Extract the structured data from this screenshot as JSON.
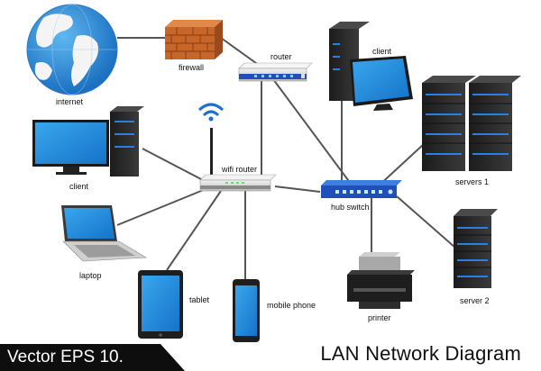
{
  "labels": {
    "internet": "internet",
    "firewall": "firewall",
    "router": "router",
    "client_top": "client",
    "client_left": "client",
    "wifi_router": "wifi router",
    "servers1": "servers 1",
    "hub_switch": "hub switch",
    "laptop": "laptop",
    "tablet": "tablet",
    "mobile_phone": "mobile phone",
    "printer": "printer",
    "server2": "server 2"
  },
  "footer": {
    "badge": "Vector EPS 10.",
    "title": "LAN Network Diagram"
  },
  "colors": {
    "screen_blue": "#1a8fe0",
    "accent_blue": "#2b7fe0",
    "firewall_orange": "#c8662a",
    "device_dark": "#2a2a2a",
    "cable_gray": "#5a5a5a"
  }
}
